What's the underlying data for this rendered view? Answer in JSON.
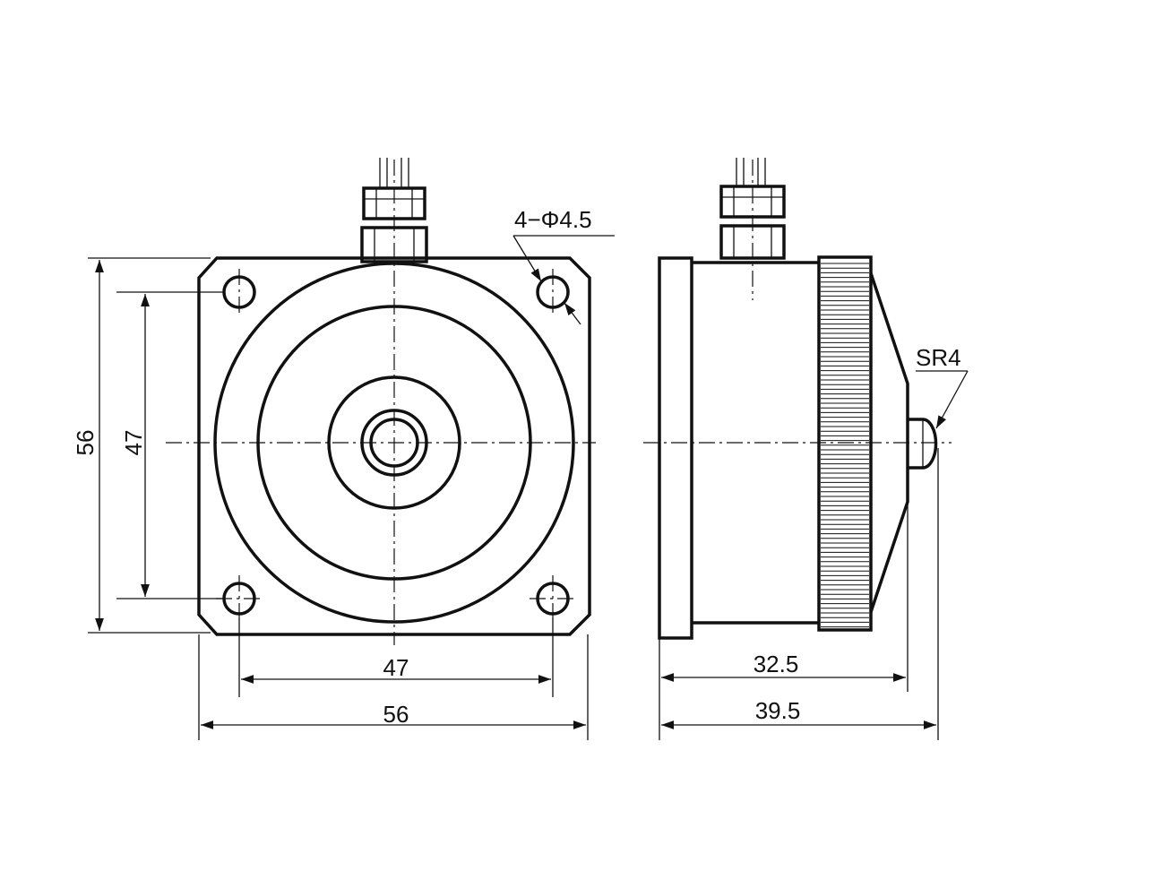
{
  "front_view": {
    "dimensions": {
      "height_outer": "56",
      "height_holes": "47",
      "width_holes": "47",
      "width_outer": "56"
    },
    "hole_callout": "4−Φ4.5"
  },
  "side_view": {
    "dimensions": {
      "body_length": "32.5",
      "total_length": "39.5"
    },
    "sphere_callout": "SR4"
  },
  "colors": {
    "line": "#111111",
    "background": "#ffffff"
  }
}
